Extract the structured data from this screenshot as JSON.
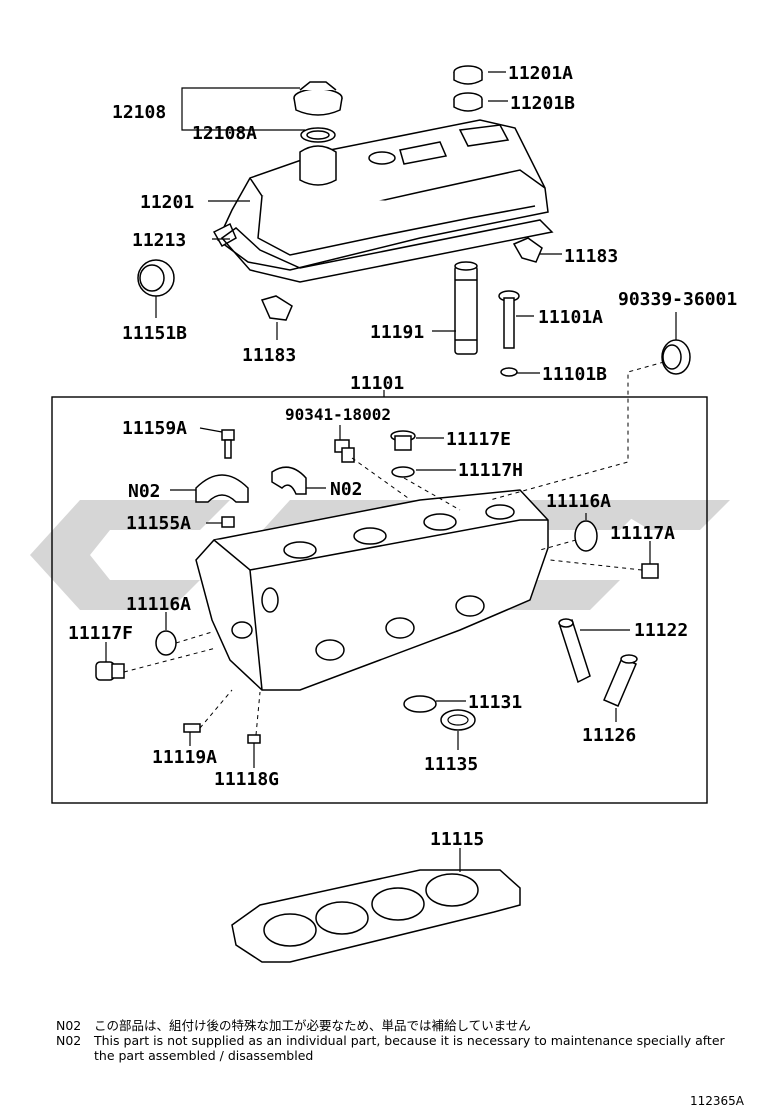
{
  "parts": {
    "p12108": "12108",
    "p12108a": "12108A",
    "p11201a": "11201A",
    "p11201b": "11201B",
    "p11201": "11201",
    "p11213": "11213",
    "p11183_right": "11183",
    "p11151b": "11151B",
    "p11183_left": "11183",
    "p11191": "11191",
    "p11101a": "11101A",
    "p90339": "90339-36001",
    "p11101b": "11101B",
    "p11101": "11101",
    "p11159a": "11159A",
    "p90341": "90341-18002",
    "p11117e": "11117E",
    "p11117h": "11117H",
    "n02_left": "N02",
    "n02_right": "N02",
    "p11155a": "11155A",
    "p11116a_right": "11116A",
    "p11117a": "11117A",
    "p11116a_left": "11116A",
    "p11117f": "11117F",
    "p11122": "11122",
    "p11131": "11131",
    "p11135": "11135",
    "p11126": "11126",
    "p11119a": "11119A",
    "p11118g": "11118G",
    "p11115": "11115"
  },
  "notes": [
    {
      "code": "N02",
      "text": "この部品は、組付け後の特殊な加工が必要なため、単品では補給していません"
    },
    {
      "code": "N02",
      "text": "This part is not supplied as an individual part, because it is necessary to maintenance specially after the part assembled / disassembled"
    }
  ],
  "figure_code": "112365A"
}
